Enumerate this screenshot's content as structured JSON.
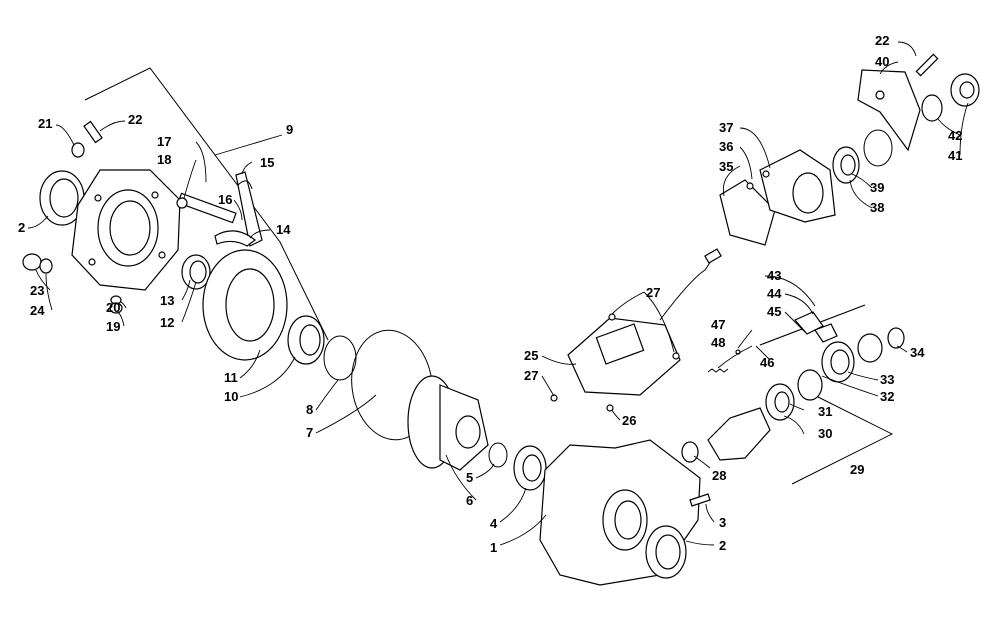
{
  "diagram": {
    "callouts": {
      "c1": "1",
      "c2a": "2",
      "c2b": "2",
      "c3": "3",
      "c4": "4",
      "c5": "5",
      "c6": "6",
      "c7": "7",
      "c8": "8",
      "c9": "9",
      "c10": "10",
      "c11": "11",
      "c12": "12",
      "c13": "13",
      "c14": "14",
      "c15": "15",
      "c16": "16",
      "c17": "17",
      "c18": "18",
      "c19": "19",
      "c20": "20",
      "c21": "21",
      "c22a": "22",
      "c22b": "22",
      "c23": "23",
      "c24": "24",
      "c25": "25",
      "c26": "26",
      "c27a": "27",
      "c27b": "27",
      "c28": "28",
      "c29": "29",
      "c30": "30",
      "c31": "31",
      "c32": "32",
      "c33": "33",
      "c34": "34",
      "c35": "35",
      "c36": "36",
      "c37": "37",
      "c38": "38",
      "c39": "39",
      "c40": "40",
      "c41": "41",
      "c42": "42",
      "c43": "43",
      "c44": "44",
      "c45": "45",
      "c46": "46",
      "c47": "47",
      "c48": "48"
    }
  }
}
